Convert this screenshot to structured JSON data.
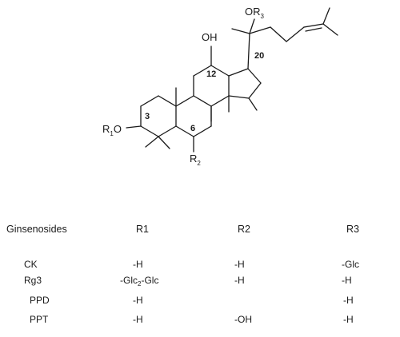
{
  "structure": {
    "labels": {
      "oh": "OH",
      "or3_prefix": "OR",
      "or3_sub": "3",
      "r1o_prefix": "R",
      "r1o_sub": "1",
      "r1o_suffix": "O",
      "r2_prefix": "R",
      "r2_sub": "2"
    },
    "positions": {
      "p3": "3",
      "p6": "6",
      "p12": "12",
      "p20": "20"
    }
  },
  "table": {
    "headers": {
      "name": "Ginsenosides",
      "r1": "R1",
      "r2": "R2",
      "r3": "R3"
    },
    "rows": [
      {
        "name": "CK",
        "r1": "-H",
        "r2": "-H",
        "r3": "-Glc"
      },
      {
        "name": "Rg3",
        "r1_prefix": "-Glc",
        "r1_sub": "2",
        "r1_suffix": "-Glc",
        "r2": "-H",
        "r3": "-H"
      },
      {
        "name": "PPD",
        "r1": "-H",
        "r2": "",
        "r3": "-H"
      },
      {
        "name": "PPT",
        "r1": "-H",
        "r2": "-OH",
        "r3": "-H"
      }
    ]
  }
}
